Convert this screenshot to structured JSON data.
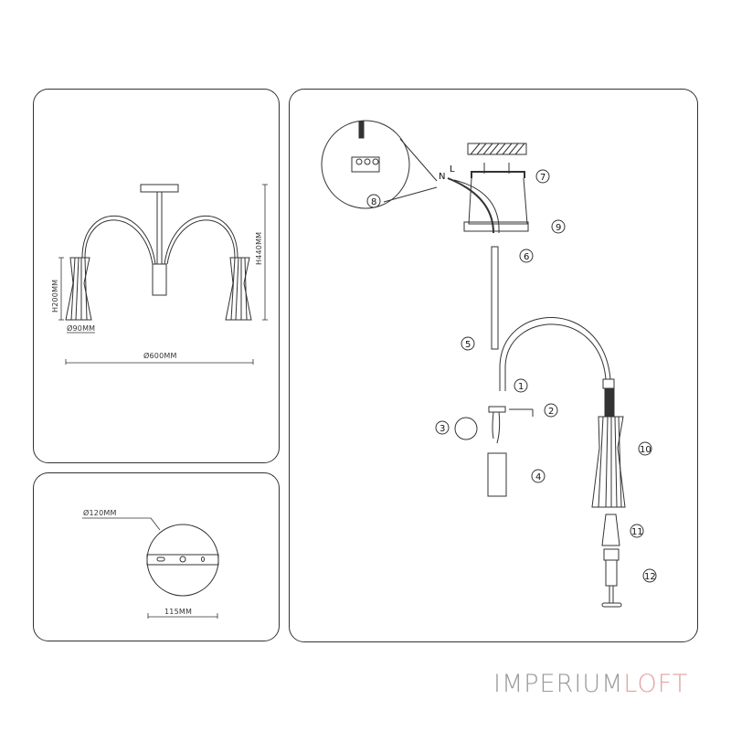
{
  "panels": {
    "dimensions": {
      "height_total": "H440MM",
      "height_shade": "H200MM",
      "shade_diameter": "Ø90MM",
      "overall_diameter": "Ø600MM"
    },
    "canopy": {
      "canopy_diameter": "Ø120MM",
      "bracket_width": "115MM"
    },
    "assembly": {
      "steps": [
        "1",
        "2",
        "3",
        "4",
        "5",
        "6",
        "7",
        "8",
        "9",
        "10",
        "11",
        "12"
      ],
      "wire_labels": {
        "neutral": "N",
        "live": "L"
      }
    }
  },
  "brand": {
    "part1": "IMPERIUM",
    "part2": "LOFT",
    "color1": "#9a9a9a",
    "color2": "#e3a2a2"
  }
}
